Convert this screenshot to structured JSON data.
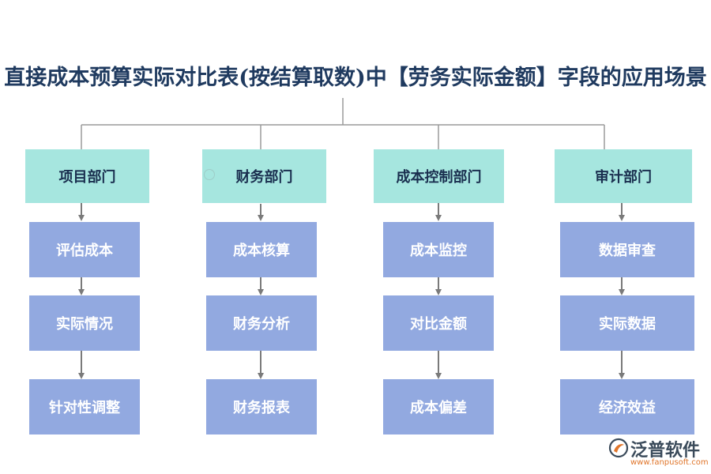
{
  "title": "直接成本预算实际对比表(按结算取数)中【劳务实际金额】字段的应用场景",
  "colors": {
    "dept_fill": "#a6e6df",
    "step_fill": "#92a9e0",
    "connector": "#7a7a7a",
    "title": "#1f3a5f"
  },
  "departments": [
    {
      "name": "项目部门",
      "steps": [
        "评估成本",
        "实际情况",
        "针对性调整"
      ]
    },
    {
      "name": "财务部门",
      "steps": [
        "成本核算",
        "财务分析",
        "财务报表"
      ]
    },
    {
      "name": "成本控制部门",
      "steps": [
        "成本监控",
        "对比金额",
        "成本偏差"
      ]
    },
    {
      "name": "审计部门",
      "steps": [
        "数据审查",
        "实际数据",
        "经济效益"
      ]
    }
  ],
  "watermark": {
    "icon": "logo-mark-icon",
    "text": "泛普软件"
  },
  "logo": {
    "name": "泛普软件",
    "url": "www.fanpusoft.com",
    "icon": "fanpu-logo-icon"
  }
}
